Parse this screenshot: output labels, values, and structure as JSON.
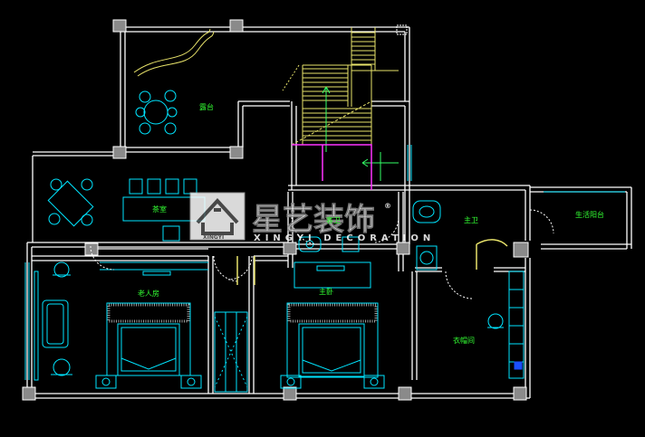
{
  "rooms": {
    "terrace": "露台",
    "tea_room": "茶室",
    "guest_bath": "客卫",
    "master_bath": "主卫",
    "dressing_room": "衣帽间",
    "master_bedroom": "主卧",
    "elder_room": "老人房",
    "balcony": "生活阳台"
  },
  "watermark": {
    "brand": "星艺装饰",
    "registered": "®",
    "latin": "XINGYI DECORATION",
    "logo_caption": "XINGYI"
  },
  "colors": {
    "wall": "#ffffff",
    "furniture": "#00e5ff",
    "stairs": "#e8e36a",
    "label": "#33ff33",
    "accent": "#ff33ff",
    "column": "#8a8a8a"
  }
}
